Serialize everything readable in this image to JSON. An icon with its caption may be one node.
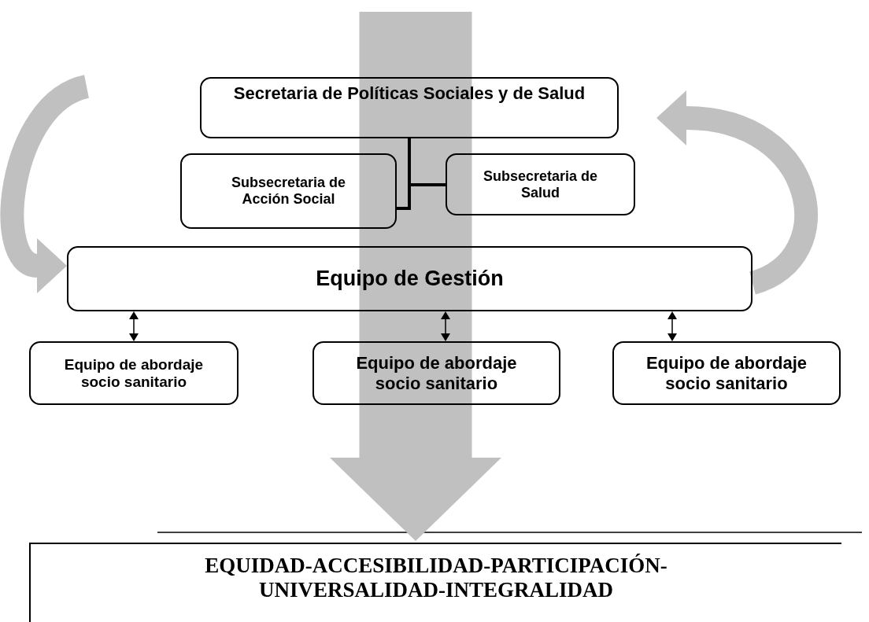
{
  "diagram": {
    "nodes": [
      {
        "text": [
          "Secretaria de Políticas Sociales y de Salud"
        ]
      },
      {
        "text": [
          "Subsecretaria de Acción Social"
        ]
      },
      {
        "text": [
          "Subsecretaria de Salud"
        ]
      },
      {
        "text": [
          "Equipo de Gestión"
        ]
      },
      {
        "text": [
          "Equipo de abordaje socio sanitario"
        ]
      },
      {
        "text": [
          "Equipo de abordaje socio sanitario"
        ]
      },
      {
        "text": [
          "Equipo de abordaje socio sanitario"
        ]
      },
      {
        "text": [
          "EQUIDAD-ACCESIBILIDAD-PARTICIPACIÓN- UNIVERSALIDAD-INTEGRALIDAD"
        ]
      }
    ],
    "edges": [
      {
        "from": 0,
        "to": 1,
        "arrow": "none"
      },
      {
        "from": 0,
        "to": 2,
        "arrow": "none"
      },
      {
        "from": 3,
        "to": 4,
        "arrow": "both"
      },
      {
        "from": 3,
        "to": 5,
        "arrow": "both"
      },
      {
        "from": 3,
        "to": 6,
        "arrow": "both"
      },
      {
        "from": null,
        "to": 7,
        "arrow": "to",
        "style": "thick",
        "color": "#c0c0c0"
      },
      {
        "from": null,
        "to": 3,
        "arrow": "to",
        "style": "thick",
        "color": "#c0c0c0"
      },
      {
        "from": 3,
        "to": 0,
        "arrow": "to",
        "style": "thick",
        "color": "#c0c0c0"
      }
    ]
  }
}
